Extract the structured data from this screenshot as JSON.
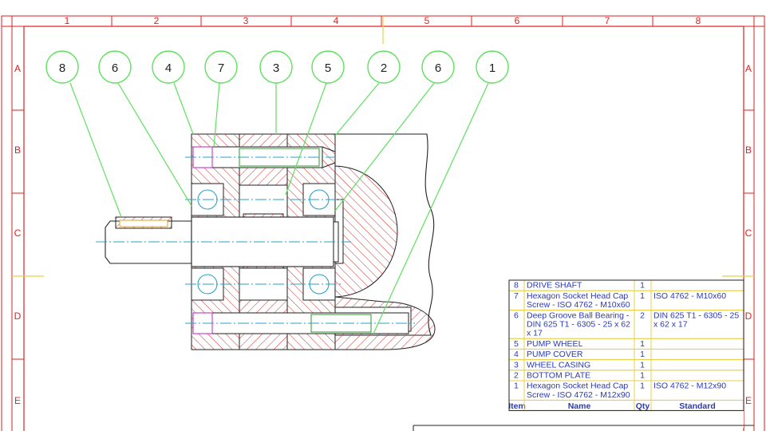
{
  "frame": {
    "columns": [
      "1",
      "2",
      "3",
      "4",
      "5",
      "6",
      "7",
      "8"
    ],
    "rows": [
      "A",
      "B",
      "C",
      "D",
      "E"
    ]
  },
  "balloons": [
    "8",
    "6",
    "4",
    "7",
    "3",
    "5",
    "2",
    "6",
    "1"
  ],
  "bom": {
    "headers": {
      "item": "Item",
      "name": "Name",
      "qty": "Qty",
      "standard": "Standard"
    },
    "rows": [
      {
        "item": "8",
        "name": [
          "DRIVE SHAFT"
        ],
        "qty": "1",
        "standard": [
          ""
        ]
      },
      {
        "item": "7",
        "name": [
          "Hexagon Socket Head Cap",
          "Screw - ISO 4762 - M10x60"
        ],
        "qty": "1",
        "standard": [
          "ISO 4762 - M10x60"
        ]
      },
      {
        "item": "6",
        "name": [
          "Deep Groove Ball Bearing -",
          "DIN 625 T1 - 6305 - 25 x 62",
          "x 17"
        ],
        "qty": "2",
        "standard": [
          "DIN 625 T1 - 6305 - 25",
          "x 62 x 17"
        ]
      },
      {
        "item": "5",
        "name": [
          "PUMP WHEEL"
        ],
        "qty": "1",
        "standard": [
          ""
        ]
      },
      {
        "item": "4",
        "name": [
          "PUMP COVER"
        ],
        "qty": "1",
        "standard": [
          ""
        ]
      },
      {
        "item": "3",
        "name": [
          "WHEEL CASING"
        ],
        "qty": "1",
        "standard": [
          ""
        ]
      },
      {
        "item": "2",
        "name": [
          "BOTTOM PLATE"
        ],
        "qty": "1",
        "standard": [
          ""
        ]
      },
      {
        "item": "1",
        "name": [
          "Hexagon Socket Head Cap",
          "Screw - ISO 4762 - M12x90"
        ],
        "qty": "1",
        "standard": [
          "ISO 4762 - M12x90"
        ]
      }
    ]
  }
}
